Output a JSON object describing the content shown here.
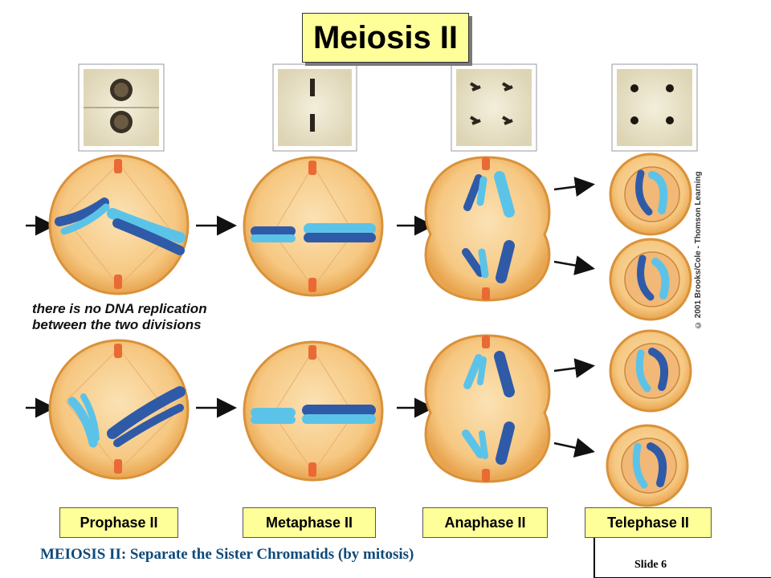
{
  "title": "Meiosis II",
  "note": {
    "line1": "there is no DNA replication",
    "line2": "between the two divisions"
  },
  "phases": [
    {
      "label": "Prophase II"
    },
    {
      "label": "Metaphase II"
    },
    {
      "label": "Anaphase II"
    },
    {
      "label": "Telephase II"
    }
  ],
  "caption": "MEIOSIS II:  Separate the Sister Chromatids (by mitosis)",
  "slide": "Slide 6",
  "copyright": "© 2001 Brooks/Cole - Thomson Learning",
  "colors": {
    "label_bg": "#ffff99",
    "cell_fill": "#f6c882",
    "cell_edge": "#d9923a",
    "dark_chromosome": "#2f5aa8",
    "light_chromosome": "#5cc3e8",
    "centriole": "#e96a35",
    "caption_blue": "#0e4a7a"
  }
}
